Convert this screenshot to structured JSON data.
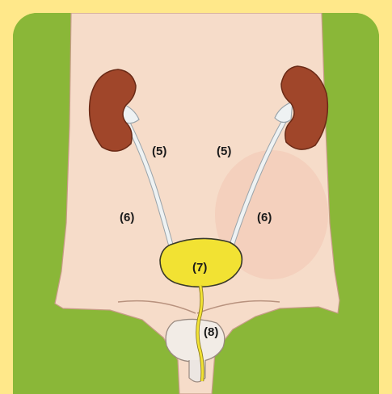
{
  "labels": {
    "ureter_left": "(5)",
    "ureter_right": "(5)",
    "path_left": "(6)",
    "path_right": "(6)",
    "bladder": "(7)",
    "urethra": "(8)"
  },
  "colors": {
    "frame": "#ffe88a",
    "background": "#8ab738",
    "skin": "#f6dcc9",
    "kidney": "#a0462a",
    "bladder": "#f2e233",
    "ureter": "#e8eef0"
  }
}
